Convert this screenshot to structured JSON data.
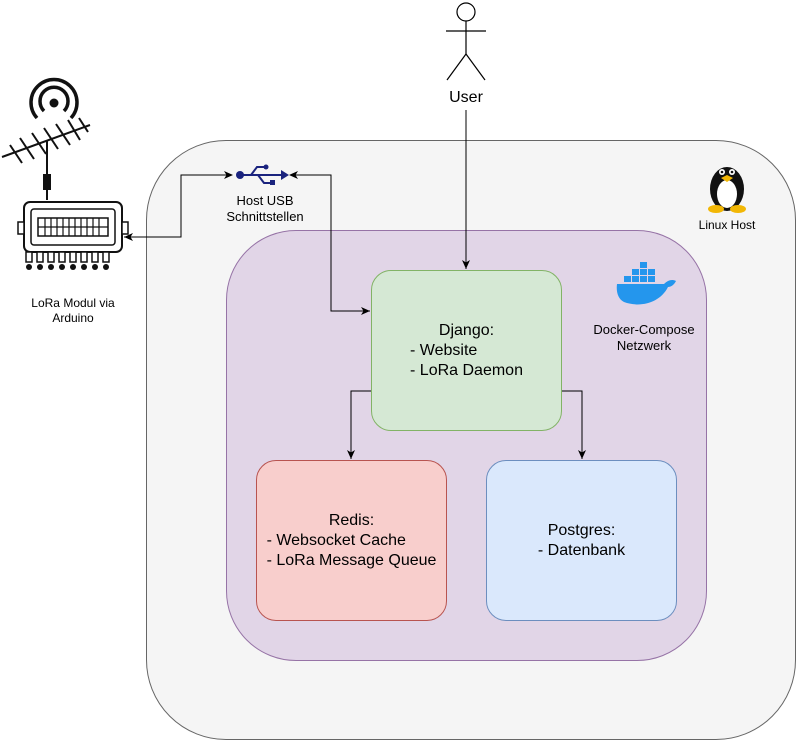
{
  "user": {
    "label": "User"
  },
  "usb": {
    "label": "Host USB\nSchnittstellen"
  },
  "lora": {
    "label": "LoRa Modul via\nArduino"
  },
  "linux": {
    "label": "Linux Host"
  },
  "docker": {
    "label": "Docker-Compose\nNetzwerk"
  },
  "django": {
    "title": "Django:",
    "lines": [
      "- Website",
      "- LoRa Daemon"
    ]
  },
  "redis": {
    "title": "Redis:",
    "lines": [
      "- Websocket Cache",
      "- LoRa Message Queue"
    ]
  },
  "postgres": {
    "title": "Postgres:",
    "lines": [
      "- Datenbank"
    ]
  },
  "colors": {
    "host_fill": "#f5f5f5",
    "network_fill": "#e1d5e7",
    "django_fill": "#d5e8d4",
    "redis_fill": "#f8cecc",
    "postgres_fill": "#dae8fc",
    "docker_blue": "#2496ed",
    "usb_blue": "#1a237e"
  },
  "icons": [
    "user-icon",
    "usb-icon",
    "antenna-icon",
    "arduino-chip-icon",
    "linux-tux-icon",
    "docker-whale-icon"
  ]
}
